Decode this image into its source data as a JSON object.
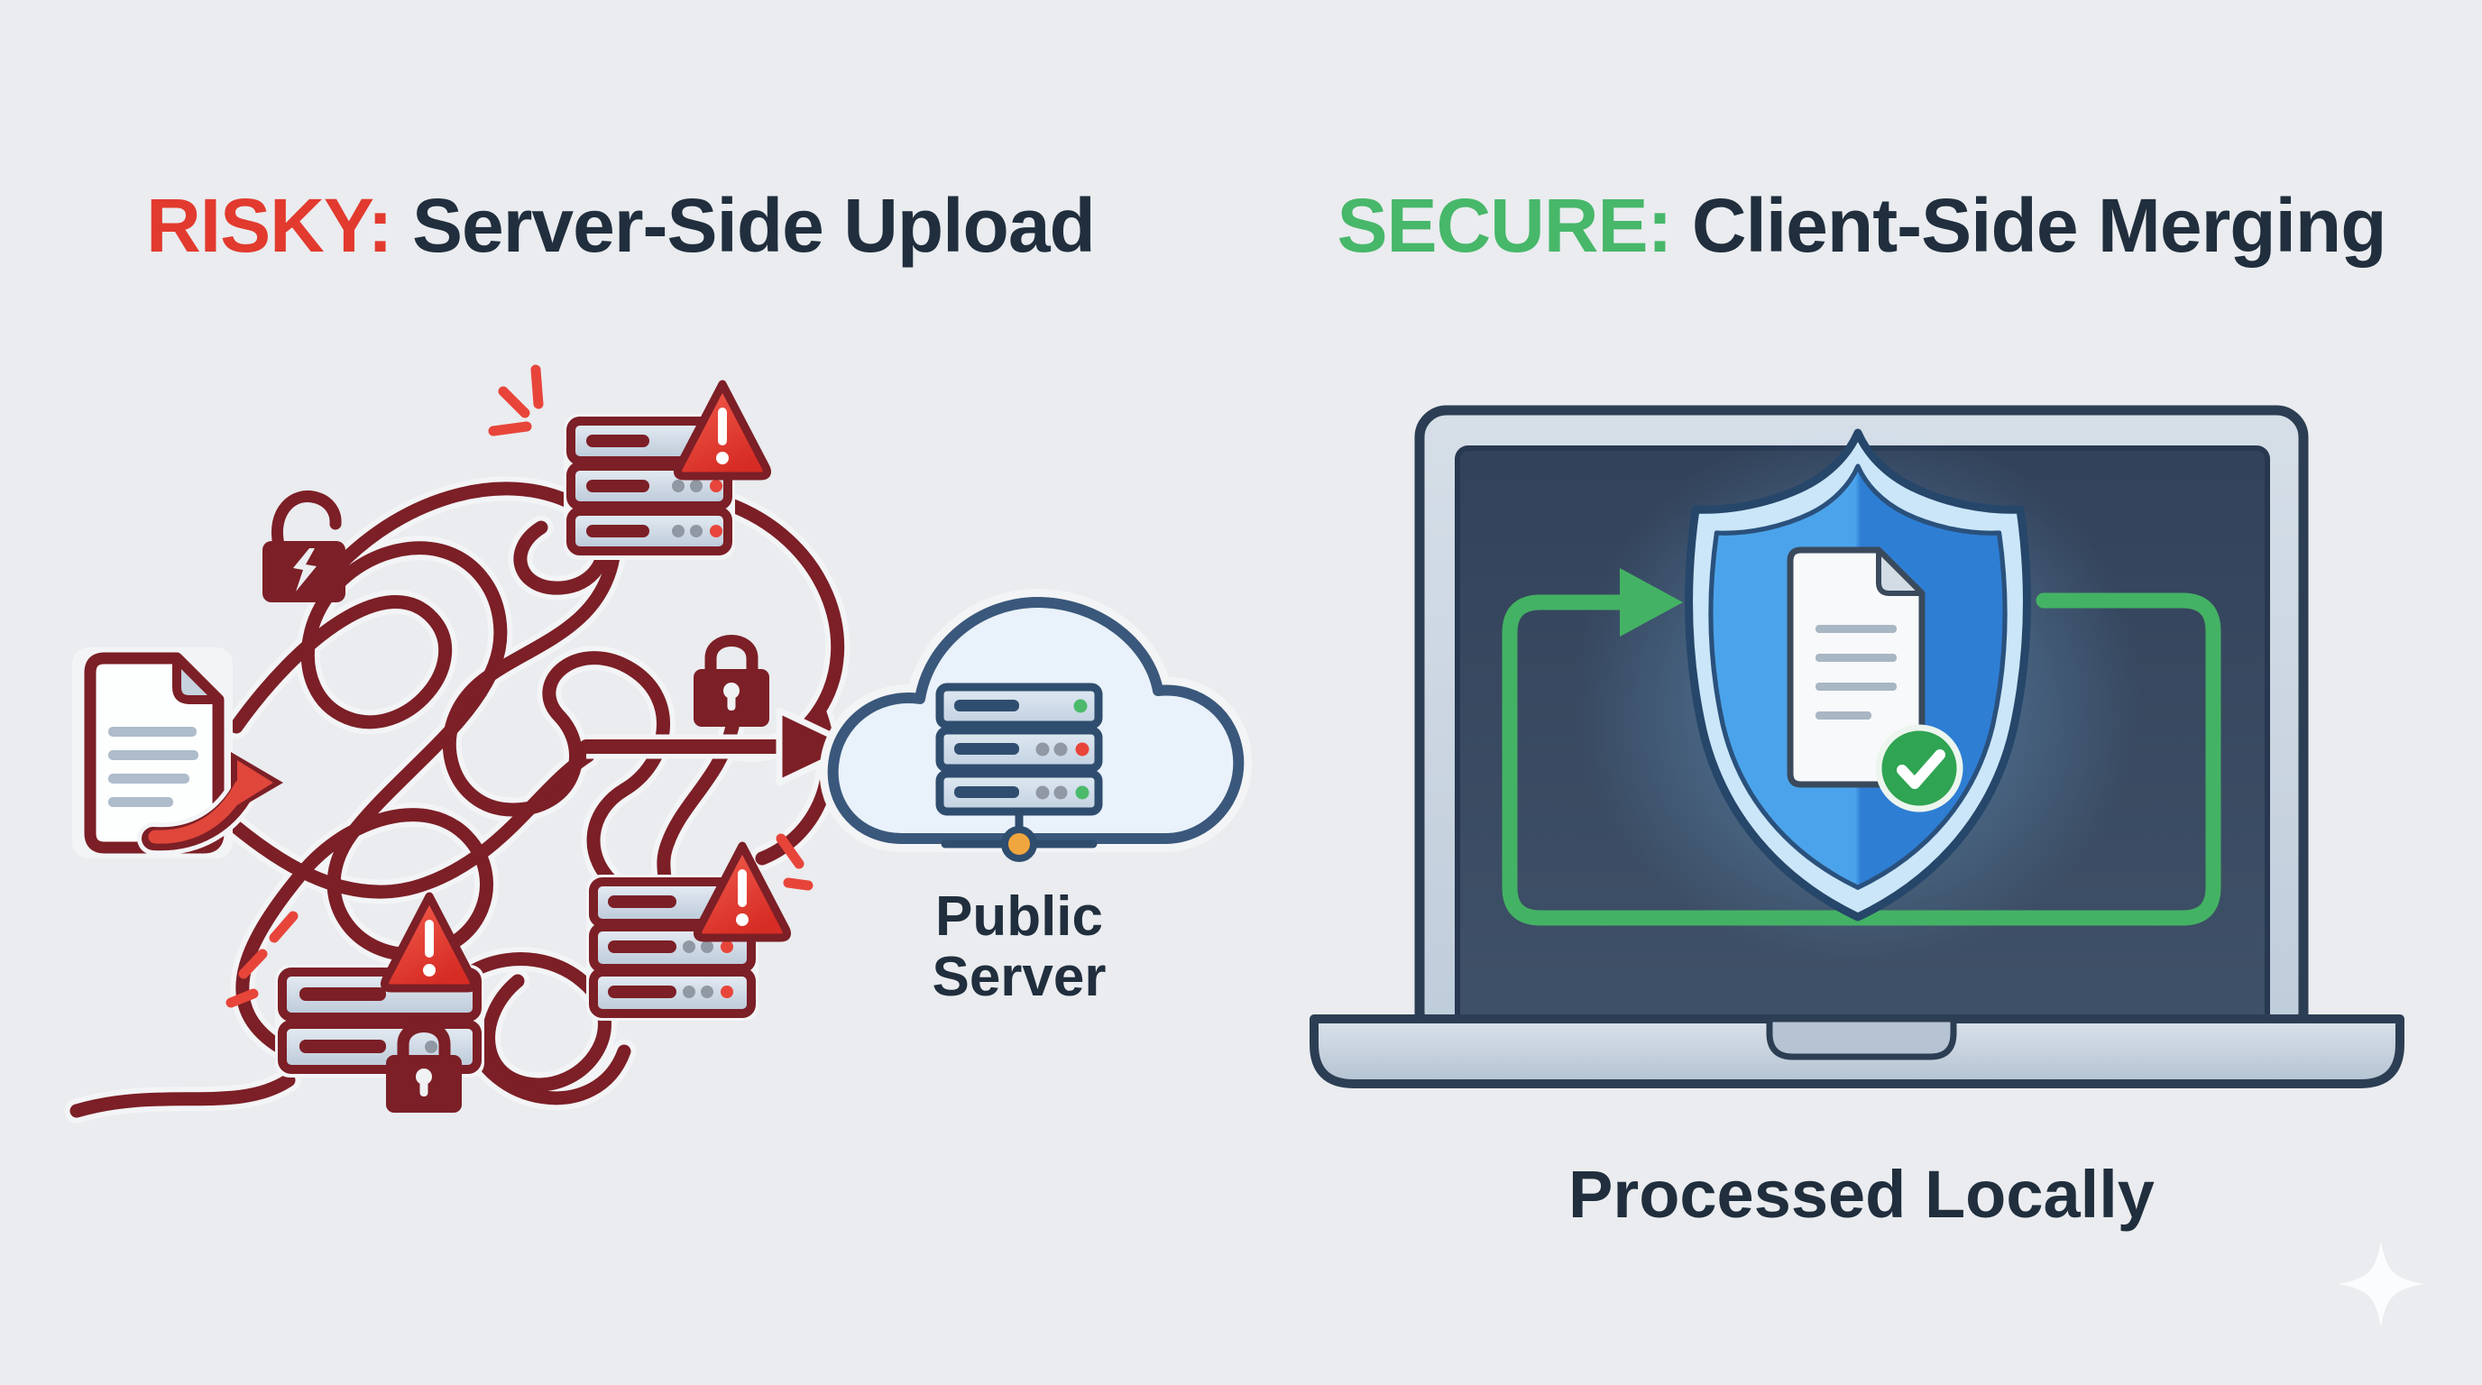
{
  "left": {
    "title_prefix": "RISKY:",
    "title_rest": " Server-Side Upload",
    "server_label_line1": "Public",
    "server_label_line2": "Server",
    "icons": [
      "document-icon",
      "forward-arrow-icon",
      "tangled-path",
      "open-padlock-icon",
      "closed-padlock-icon",
      "warning-triangle-icon",
      "server-stack-icon",
      "spark-icon",
      "straight-arrow-icon",
      "cloud-icon",
      "cloud-server-icon",
      "network-node-icon"
    ]
  },
  "right": {
    "title_prefix": "SECURE:",
    "title_rest": " Client-Side Merging",
    "caption": "Processed Locally",
    "icons": [
      "laptop-icon",
      "laptop-screen",
      "green-loop-arrow-icon",
      "shield-icon",
      "shield-document-icon",
      "check-circle-icon",
      "laptop-base-icon"
    ]
  },
  "footer": {
    "icons": [
      "sparkle-icon"
    ]
  },
  "colors": {
    "bg": "#eaecef",
    "ink": "#202e3d",
    "risky": "#e23a2e",
    "secure": "#47b76a",
    "maroon": "#7c1f26",
    "red": "#e8453a",
    "halo": "#f3f4f6",
    "green": "#44b264",
    "navy": "#2c3e53",
    "cloud-stroke": "#3a587b",
    "cloud-fill": "#e9f1fa",
    "rack-stroke": "#2f4d6e",
    "node-orange": "#f0a63e",
    "dot-gray": "#8f98a3",
    "dot-red": "#e8453a",
    "dot-green": "#4cba6b",
    "check-green": "#2fa452",
    "shield-band": "#cbe6f8",
    "shield-left": "#4ba4eb",
    "shield-right": "#2e7ed4",
    "sparkle": "#fbfcfd"
  }
}
